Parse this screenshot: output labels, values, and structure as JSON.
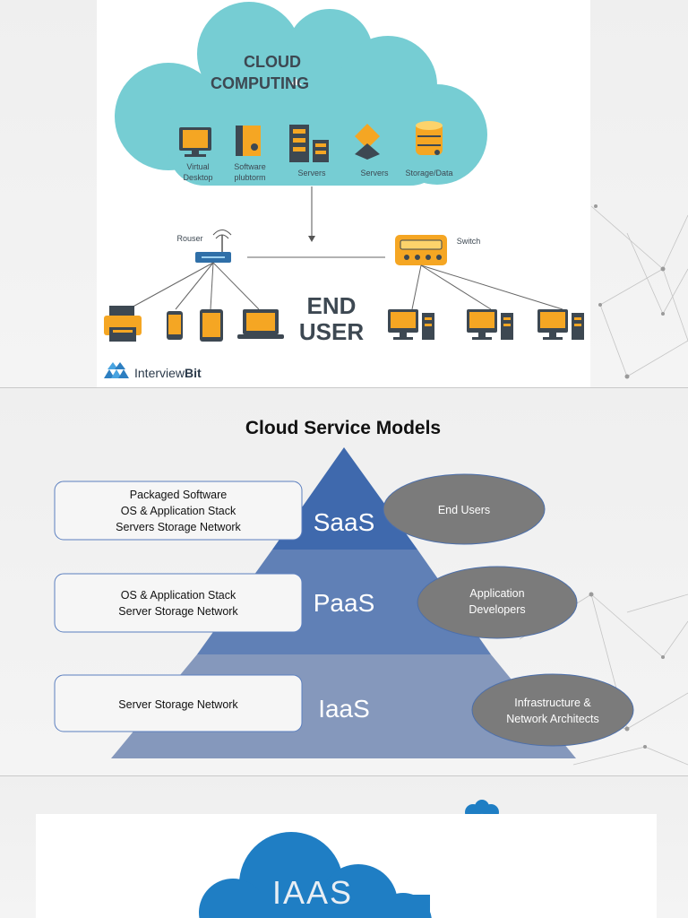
{
  "slide1": {
    "cloud_title_line1": "CLOUD",
    "cloud_title_line2": "COMPUTING",
    "cloud_items": [
      {
        "label_line1": "Virtual",
        "label_line2": "Desktop"
      },
      {
        "label_line1": "Software",
        "label_line2": "plubtorm"
      },
      {
        "label_line1": "Servers",
        "label_line2": ""
      },
      {
        "label_line1": "Servers",
        "label_line2": ""
      },
      {
        "label_line1": "Storage/Data",
        "label_line2": ""
      }
    ],
    "router_label": "Rouser",
    "switch_label": "Switch",
    "end_user_line1": "END",
    "end_user_line2": "USER",
    "brand_name_regular": "Interview",
    "brand_name_bold": "Bit",
    "colors": {
      "cloud": "#76cdd3",
      "accent": "#f5a623",
      "dark": "#3d4852",
      "brand": "#2d7fc1"
    }
  },
  "slide2": {
    "title": "Cloud Service Models",
    "levels": [
      {
        "model": "SaaS",
        "box_lines": [
          "Packaged Software",
          "OS & Application Stack",
          "Servers Storage Network"
        ],
        "audience_lines": [
          "End Users"
        ]
      },
      {
        "model": "PaaS",
        "box_lines": [
          "OS & Application Stack",
          "Server Storage Network"
        ],
        "audience_lines": [
          "Application",
          "Developers"
        ]
      },
      {
        "model": "IaaS",
        "box_lines": [
          "Server Storage Network"
        ],
        "audience_lines": [
          "Infrastructure &",
          "Network Architects"
        ]
      }
    ],
    "colors": {
      "tier1": "#3f69ad",
      "tier2": "#6080b6",
      "tier3": "#8598bc",
      "ellipse": "#7b7b7b"
    }
  },
  "slide3": {
    "cloud_label": "IAAS",
    "colors": {
      "cloud": "#1f7ec4"
    }
  }
}
